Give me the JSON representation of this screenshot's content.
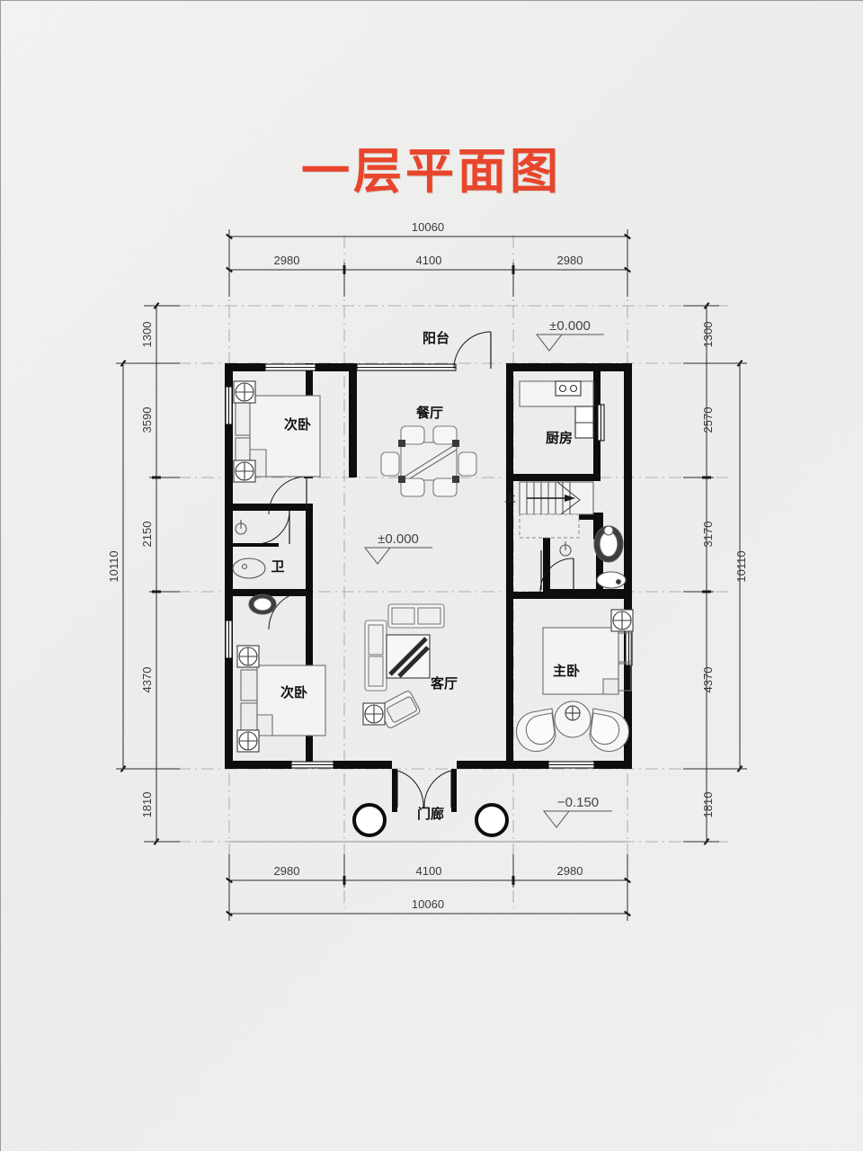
{
  "page": {
    "title": "一层平面图",
    "title_color": "#e8462c",
    "background_color": "#f1f1f0"
  },
  "drawing": {
    "type": "architectural-floor-plan",
    "overall_width_mm": 10060,
    "overall_depth_mm": 10110,
    "unit": "mm"
  },
  "dimensions": {
    "top": {
      "overall": "10060",
      "segments": [
        "2980",
        "4100",
        "2980"
      ]
    },
    "bottom": {
      "overall": "10060",
      "segments": [
        "2980",
        "4100",
        "2980"
      ]
    },
    "left": {
      "overall": "10110",
      "segments": [
        "1300",
        "3590",
        "2150",
        "4370",
        "1810"
      ]
    },
    "right": {
      "overall": "10110",
      "segments": [
        "1300",
        "2570",
        "3170",
        "4370",
        "1810"
      ]
    }
  },
  "rooms": [
    {
      "key": "bedroom-2-upper",
      "label": "次卧"
    },
    {
      "key": "dining",
      "label": "餐厅"
    },
    {
      "key": "kitchen",
      "label": "厨房"
    },
    {
      "key": "balcony",
      "label": "阳台"
    },
    {
      "key": "bathroom-left",
      "label": "卫"
    },
    {
      "key": "bedroom-2-lower",
      "label": "次卧"
    },
    {
      "key": "living",
      "label": "客厅"
    },
    {
      "key": "master-bedroom",
      "label": "主卧"
    },
    {
      "key": "porch",
      "label": "门廊"
    }
  ],
  "elevations": [
    {
      "key": "elev-kitchen",
      "value": "±0.000"
    },
    {
      "key": "elev-center",
      "value": "±0.000"
    },
    {
      "key": "elev-porch",
      "value": "−0.150"
    }
  ],
  "annotations": {
    "stair_direction": "上"
  }
}
